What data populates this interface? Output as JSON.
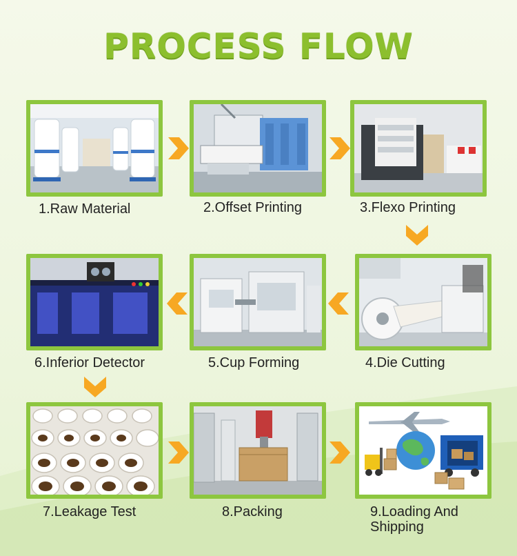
{
  "title": "PROCESS FLOW",
  "accent_color": "#8dc63f",
  "arrow_color": "#f7a823",
  "steps": [
    {
      "label": "1.Raw Material"
    },
    {
      "label": "2.Offset Printing"
    },
    {
      "label": "3.Flexo Printing"
    },
    {
      "label": "4.Die Cutting"
    },
    {
      "label": "5.Cup Forming"
    },
    {
      "label": "6.Inferior Detector"
    },
    {
      "label": "7.Leakage Test"
    },
    {
      "label": "8.Packing"
    },
    {
      "label": "9.Loading And Shipping"
    }
  ]
}
